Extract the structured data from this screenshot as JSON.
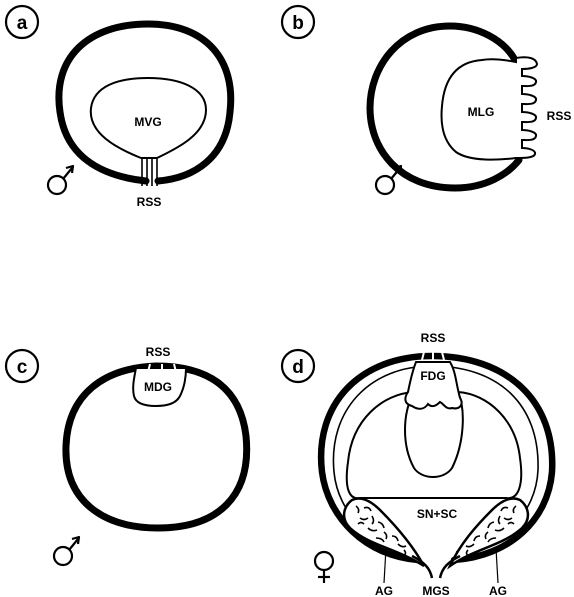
{
  "panels": {
    "a": {
      "letter": "a",
      "sex_symbol": "male",
      "labels": {
        "gland": "MVG",
        "structure": "RSS"
      }
    },
    "b": {
      "letter": "b",
      "sex_symbol": "male",
      "labels": {
        "gland": "MLG",
        "structure": "RSS"
      }
    },
    "c": {
      "letter": "c",
      "sex_symbol": "male",
      "labels": {
        "gland": "MDG",
        "structure": "RSS"
      }
    },
    "d": {
      "letter": "d",
      "sex_symbol": "female",
      "labels": {
        "gland": "FDG",
        "structure": "RSS",
        "center": "SN+SC",
        "accessory_left": "AG",
        "accessory_right": "AG",
        "orifice": "MGS"
      }
    }
  }
}
